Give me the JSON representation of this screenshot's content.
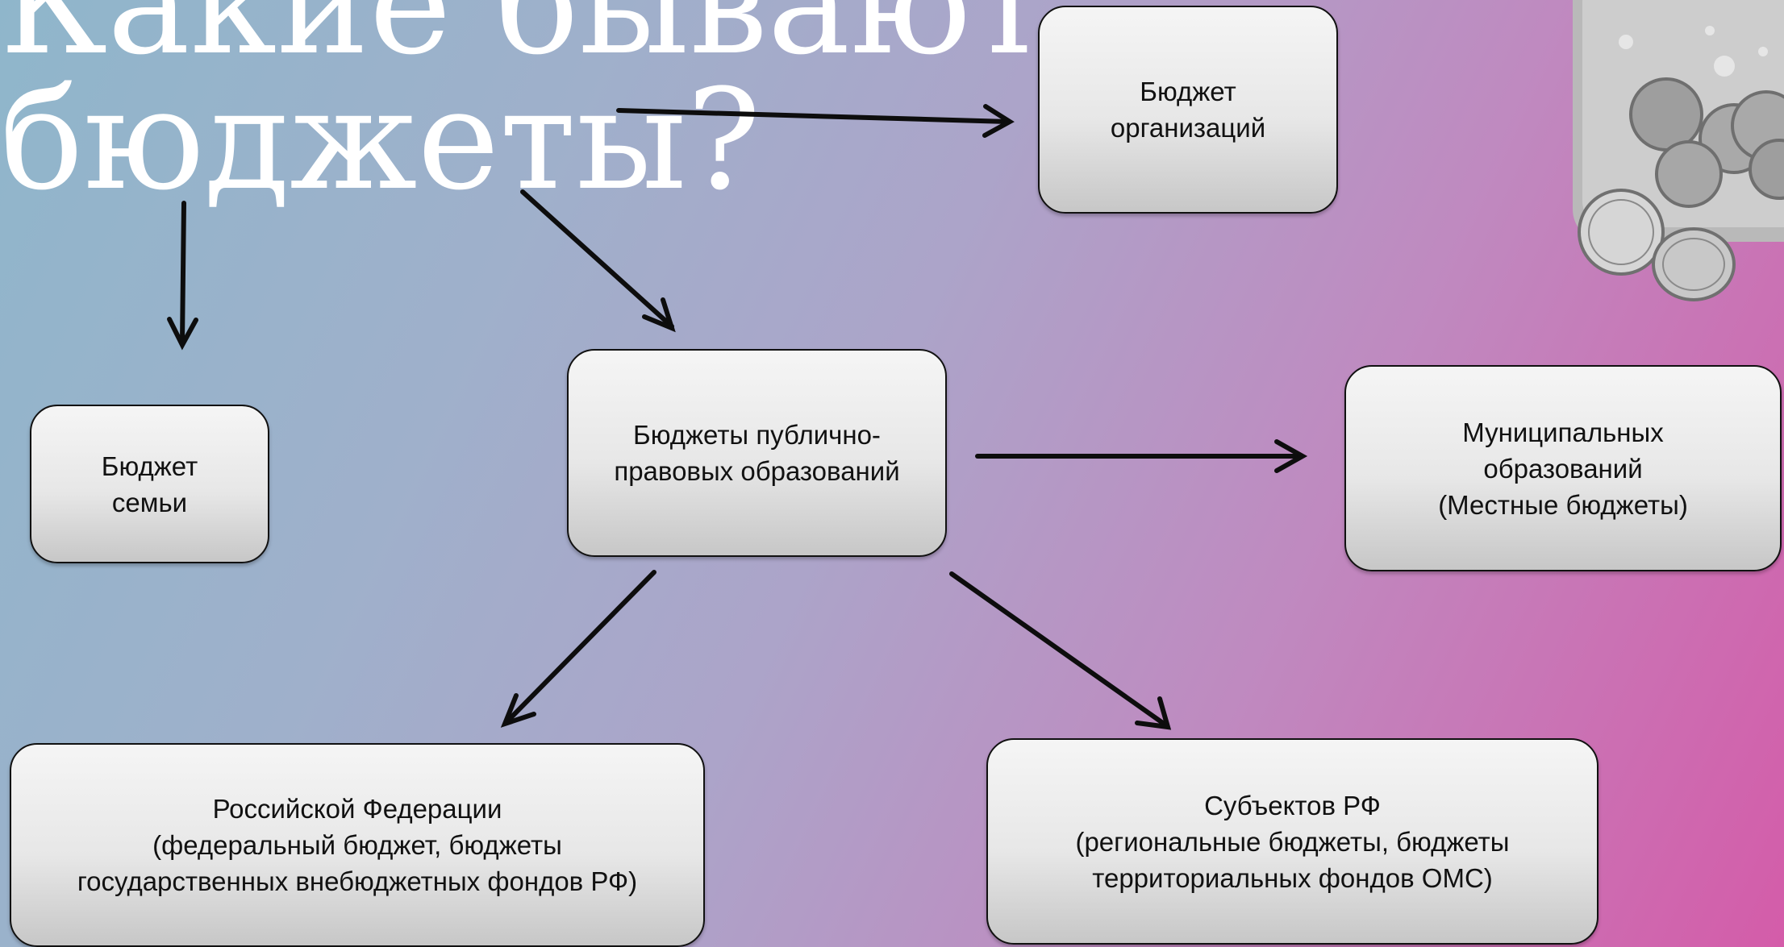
{
  "title": {
    "line1": "Какие бывают",
    "line2": "бюджеты?"
  },
  "boxes": {
    "organizations": {
      "lines": [
        "Бюджет",
        "организаций"
      ]
    },
    "family": {
      "lines": [
        "Бюджет",
        "семьи"
      ]
    },
    "public_entities": {
      "lines": [
        "Бюджеты публично-",
        "правовых образований"
      ]
    },
    "municipal": {
      "lines": [
        "Муниципальных",
        "образований",
        "(Местные бюджеты)"
      ]
    },
    "russian_federation": {
      "lines": [
        "Российской Федерации",
        "(федеральный бюджет, бюджеты",
        "государственных внебюджетных фондов РФ)"
      ]
    },
    "subjects": {
      "lines": [
        "Субъектов РФ",
        "(региональные бюджеты, бюджеты",
        "территориальных фондов ОМС)"
      ]
    }
  },
  "decoration": {
    "icon": "coins-jar-icon"
  }
}
